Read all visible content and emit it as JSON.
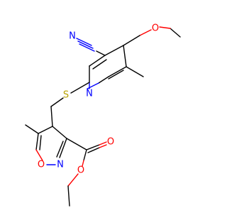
{
  "molecule": {
    "atoms": {
      "O_ether1": {
        "label": "O",
        "color": "#ff0000"
      },
      "O_ring": {
        "label": "O",
        "color": "#ff0000"
      },
      "N_ring": {
        "label": "N",
        "color": "#0000ff"
      },
      "O_ester_carbonyl": {
        "label": "O",
        "color": "#ff0000"
      },
      "O_ester_single": {
        "label": "O",
        "color": "#ff0000"
      },
      "N_nitrile": {
        "label": "N",
        "color": "#0000ff"
      },
      "N_pyridine": {
        "label": "N",
        "color": "#0000ff"
      },
      "S_thioether": {
        "label": "S",
        "color": "#b8a200"
      }
    }
  }
}
